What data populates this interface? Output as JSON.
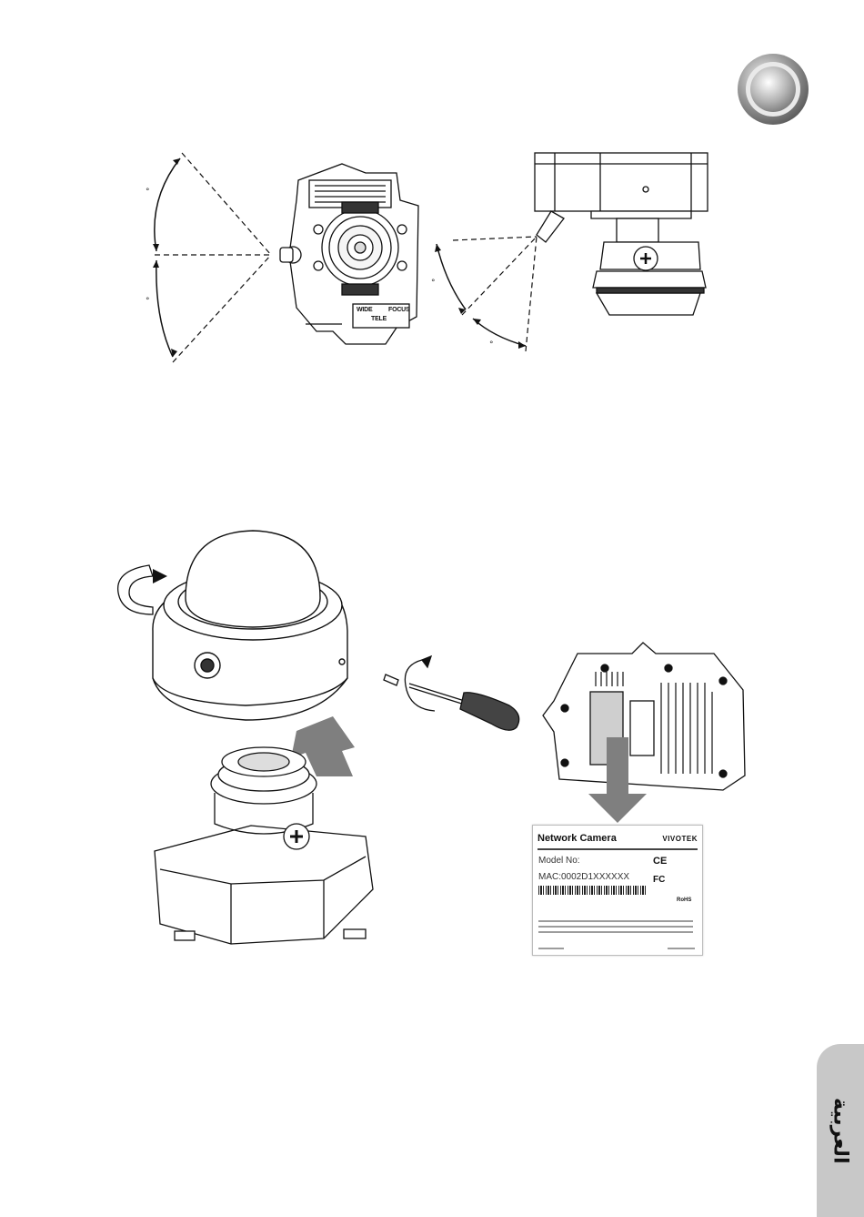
{
  "page": {
    "side_tab_label": "العربية"
  },
  "figure_top_left": {
    "upper_angle_unit": "°",
    "lower_angle_unit": "°",
    "lens_labels": {
      "wide": "WIDE",
      "tele": "TELE",
      "focus": "FOCUS"
    }
  },
  "figure_top_right": {
    "upper_angle_unit": "°",
    "lower_angle_unit": "°"
  },
  "camera_label": {
    "product": "Network Camera",
    "brand": "VIVOTEK",
    "model_line": "Model No:",
    "mac_line": "MAC:0002D1XXXXXX",
    "ce_mark": "CE",
    "fcc_mark": "FC",
    "rohs_mark": "RoHS"
  },
  "colors": {
    "arrow_fill": "#7f7f7f",
    "label_patch": "#cfcfcf",
    "side_tab": "#c8c8c8"
  }
}
